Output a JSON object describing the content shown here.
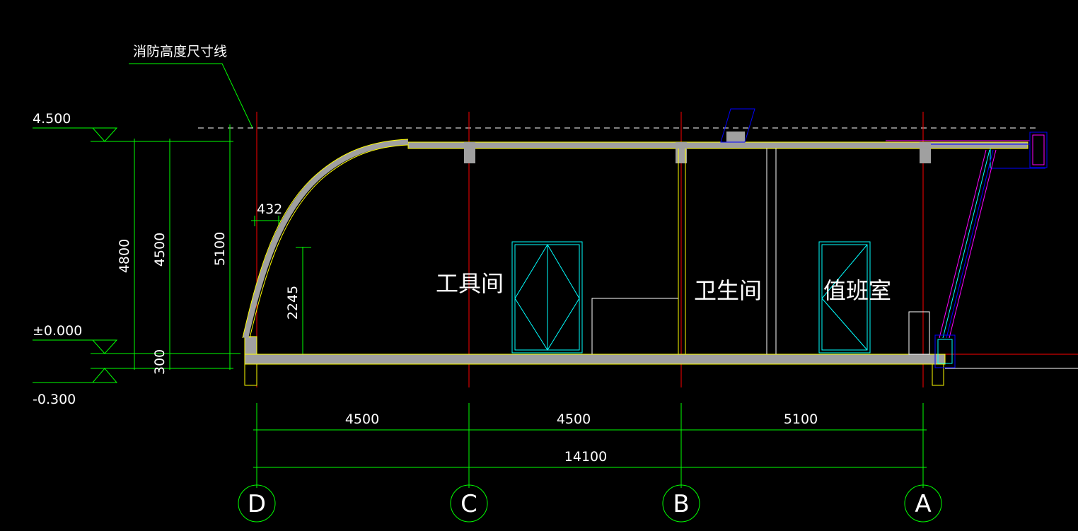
{
  "annotation": {
    "fire_height_label": "消防高度尺寸线"
  },
  "levels": {
    "top": "4.500",
    "ground": "±0.000",
    "bottom": "-0.300"
  },
  "vertical_dims": {
    "d4800": "4800",
    "d4500": "4500",
    "d5100": "5100",
    "d300": "300",
    "d2245": "2245",
    "d432": "432"
  },
  "horizontal_dims": {
    "d1": "4500",
    "d2": "4500",
    "d3": "5100",
    "total": "14100"
  },
  "rooms": {
    "tool": "工具间",
    "toilet": "卫生间",
    "duty": "值班室"
  },
  "axes": {
    "a1": "D",
    "a2": "C",
    "a3": "B",
    "a4": "A"
  },
  "colors": {
    "background": "#000000",
    "axis_line": "#ff0000",
    "dimension": "#00ff00",
    "slab": "#a0a0a0",
    "outline": "#ffff00",
    "door": "#00ffff",
    "glass": "#0000ff",
    "dashed": "#ffffff"
  }
}
